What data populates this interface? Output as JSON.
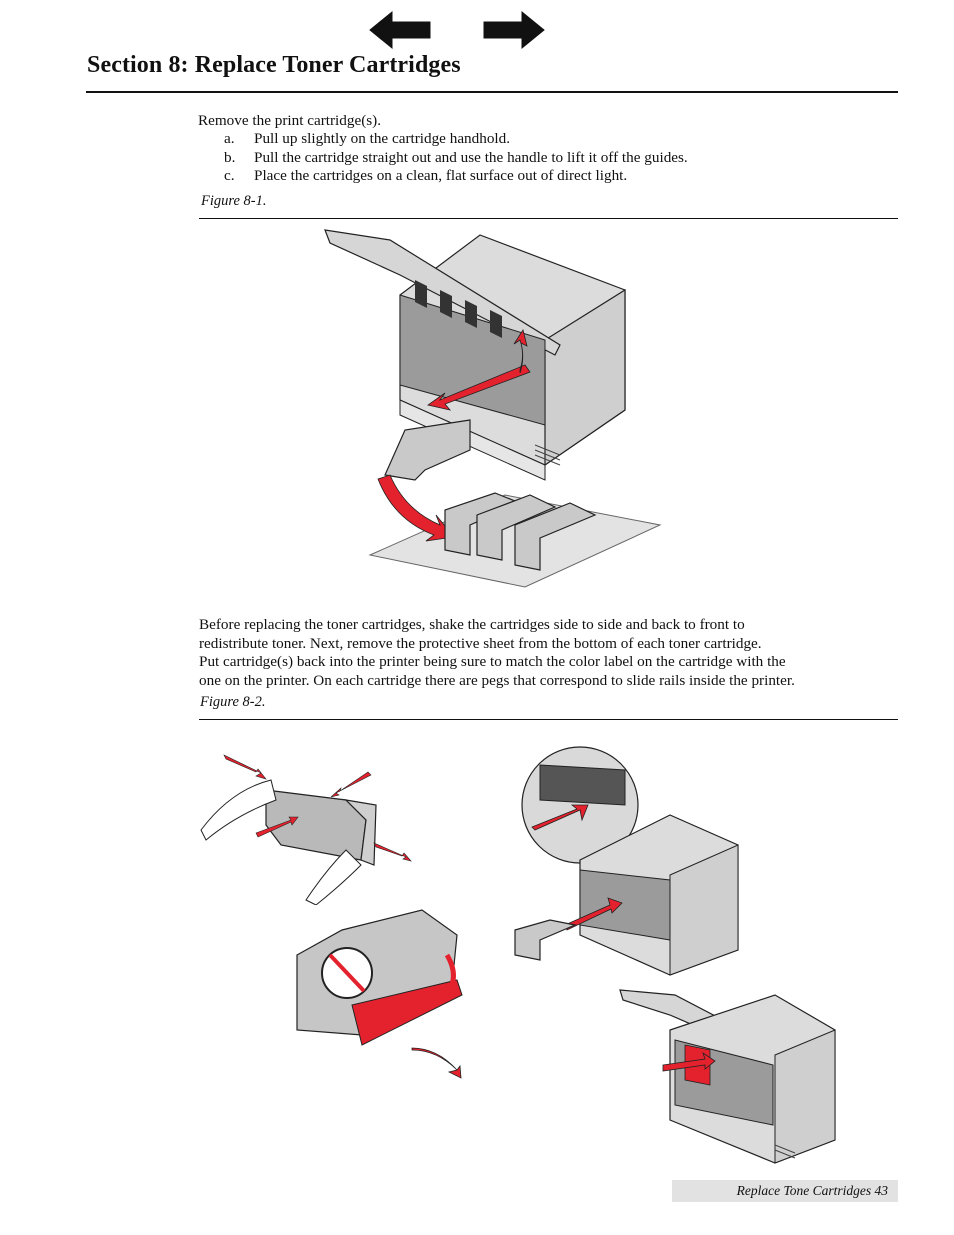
{
  "nav": {
    "prev_icon": "left-arrow-icon",
    "next_icon": "right-arrow-icon"
  },
  "section_title": "Section 8: Replace Toner Cartridges",
  "intro": "Remove the print cartridge(s).",
  "steps": [
    {
      "marker": "a.",
      "text": "Pull up slightly on the cartridge handhold."
    },
    {
      "marker": "b.",
      "text": "Pull the cartridge straight out and use the handle to lift it off the guides."
    },
    {
      "marker": "c.",
      "text": "Place the cartridges on a clean, flat surface out of direct light."
    }
  ],
  "figure1": {
    "caption": "Figure 8-1."
  },
  "paragraph": {
    "line1": "Before replacing the toner cartridges, shake the cartridges side to side and back to front to",
    "line2": "redistribute toner.  Next, remove the protective sheet from the bottom of each toner cartridge.",
    "line3": "Put cartridge(s) back into the printer being sure to match the color label on the cartridge with the",
    "line4": "one on the printer. On each cartridge there are pegs that correspond to slide rails inside the printer."
  },
  "figure2": {
    "caption": "Figure 8-2."
  },
  "footer": {
    "text": "Replace Tone Cartridges 43"
  },
  "colors": {
    "accent_red": "#e4222e",
    "printer_gray": "#cfcfcf",
    "outline": "#222222"
  }
}
